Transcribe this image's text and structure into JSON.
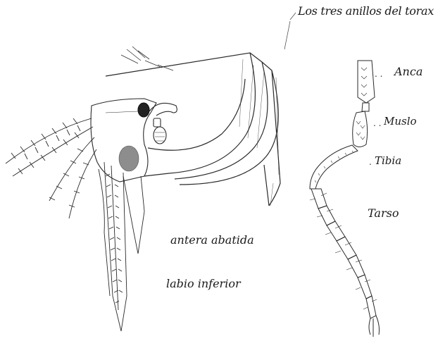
{
  "labels": {
    "thorax": "Los tres anillos del torax",
    "anca": "Anca",
    "muslo": "Muslo",
    "tibia": "Tibia",
    "tarso": "Tarso",
    "antera": "antera abatida",
    "labio": "labio inferior"
  },
  "colors": {
    "ink": "#1a1a1a",
    "paper": "#ffffff"
  }
}
